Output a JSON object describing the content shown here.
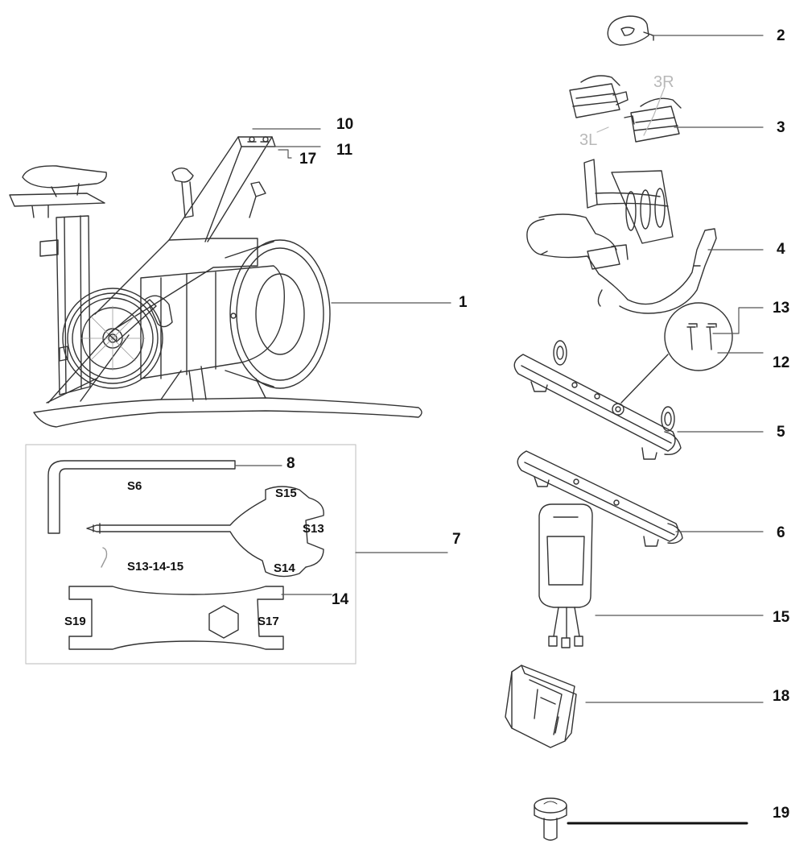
{
  "callouts": {
    "c1": "1",
    "c2": "2",
    "c3": "3",
    "c4": "4",
    "c5": "5",
    "c6": "6",
    "c7": "7",
    "c8": "8",
    "c10": "10",
    "c11": "11",
    "c12": "12",
    "c13": "13",
    "c14": "14",
    "c15": "15",
    "c17": "17",
    "c18": "18",
    "c19": "19"
  },
  "pedal_labels": {
    "left": "3L",
    "right": "3R"
  },
  "tool_labels": {
    "hex_key": "S6",
    "multi_s15": "S15",
    "multi_s13": "S13",
    "multi_s14": "S14",
    "multi_range": "S13-14-15",
    "wrench_left": "S19",
    "wrench_right": "S17"
  }
}
